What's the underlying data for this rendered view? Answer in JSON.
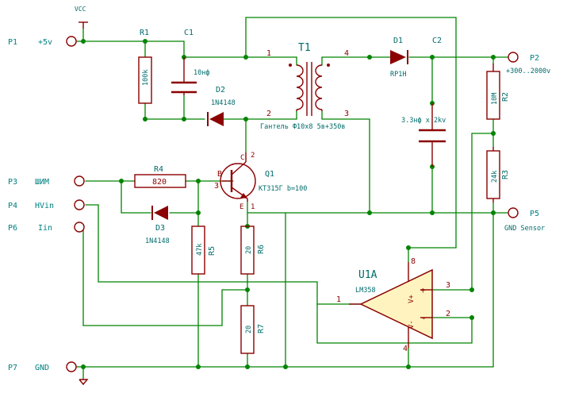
{
  "ports": {
    "p1": {
      "ref": "P1",
      "net": "+5v"
    },
    "p2": {
      "ref": "P2",
      "net": "+300..2000v"
    },
    "p3": {
      "ref": "P3",
      "net": "ШИМ"
    },
    "p4": {
      "ref": "P4",
      "net": "HVin"
    },
    "p5": {
      "ref": "P5",
      "net": "GND Sensor"
    },
    "p6": {
      "ref": "P6",
      "net": "Iin"
    },
    "p7": {
      "ref": "P7",
      "net": "GND"
    }
  },
  "power": {
    "vcc": "VCC"
  },
  "components": {
    "r1": {
      "ref": "R1",
      "value": "100k"
    },
    "c1": {
      "ref": "C1",
      "value": "10нф"
    },
    "d2": {
      "ref": "D2",
      "value": "1N4148"
    },
    "t1": {
      "ref": "T1",
      "value": "Гантель Ф10х8 5в+350в",
      "pin1": "1",
      "pin2": "2",
      "pin3": "3",
      "pin4": "4"
    },
    "d1": {
      "ref": "D1",
      "value": "RP1H"
    },
    "c2": {
      "ref": "C2",
      "value": "3.3нф x 2kv"
    },
    "r2": {
      "ref": "R2",
      "value": "10M"
    },
    "r3": {
      "ref": "R3",
      "value": "24k"
    },
    "q1": {
      "ref": "Q1",
      "value": "КТ315Г b=100",
      "pin_b": "B",
      "pin_c": "C",
      "pin_e": "E",
      "n1": "1",
      "n2": "2",
      "n3": "3"
    },
    "r4": {
      "ref": "R4",
      "value": "820"
    },
    "d3": {
      "ref": "D3",
      "value": "1N4148"
    },
    "r5": {
      "ref": "R5",
      "value": "47k"
    },
    "r6": {
      "ref": "R6",
      "value": "20"
    },
    "r7": {
      "ref": "R7",
      "value": "20"
    },
    "u1": {
      "ref": "U1A",
      "value": "LM358",
      "pin1": "1",
      "pin2": "2",
      "pin3": "3",
      "pin4": "4",
      "pin8": "8",
      "vplus": "V+",
      "vminus": "V-",
      "plus": "+",
      "minus": "-"
    }
  }
}
